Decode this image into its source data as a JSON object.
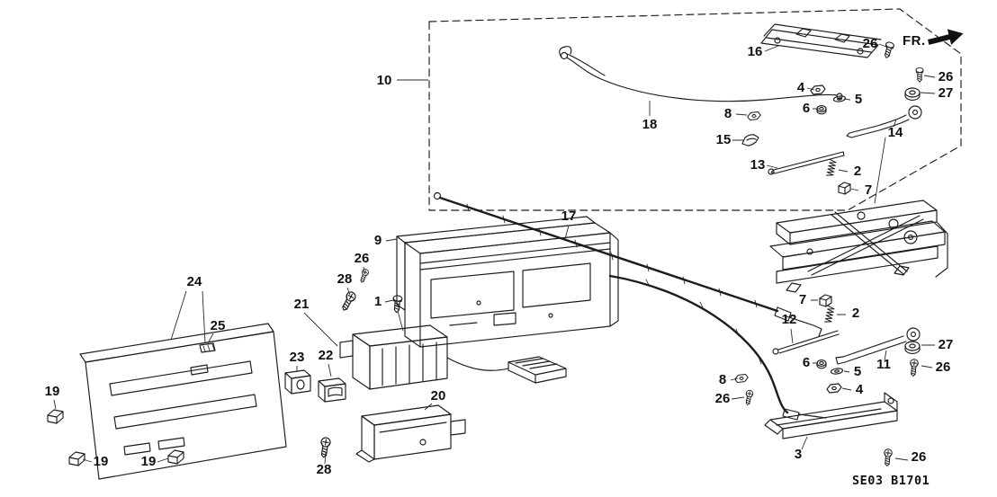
{
  "diagram": {
    "code": "SE03 B1701",
    "fr_label": "FR."
  },
  "callouts": {
    "c1": "1",
    "c2a": "2",
    "c2b": "2",
    "c3": "3",
    "c4a": "4",
    "c4b": "4",
    "c5a": "5",
    "c5b": "5",
    "c6a": "6",
    "c6b": "6",
    "c7a": "7",
    "c7b": "7",
    "c8a": "8",
    "c8b": "8",
    "c9": "9",
    "c10": "10",
    "c11": "11",
    "c12": "12",
    "c13": "13",
    "c14": "14",
    "c15": "15",
    "c16": "16",
    "c17": "17",
    "c18": "18",
    "c19a": "19",
    "c19b": "19",
    "c19c": "19",
    "c20": "20",
    "c21": "21",
    "c22": "22",
    "c23": "23",
    "c24": "24",
    "c25": "25",
    "c26a": "26",
    "c26b": "26",
    "c26c": "26",
    "c26d": "26",
    "c26e": "26",
    "c26f": "26",
    "c27a": "27",
    "c27b": "27",
    "c28a": "28",
    "c28b": "28"
  }
}
